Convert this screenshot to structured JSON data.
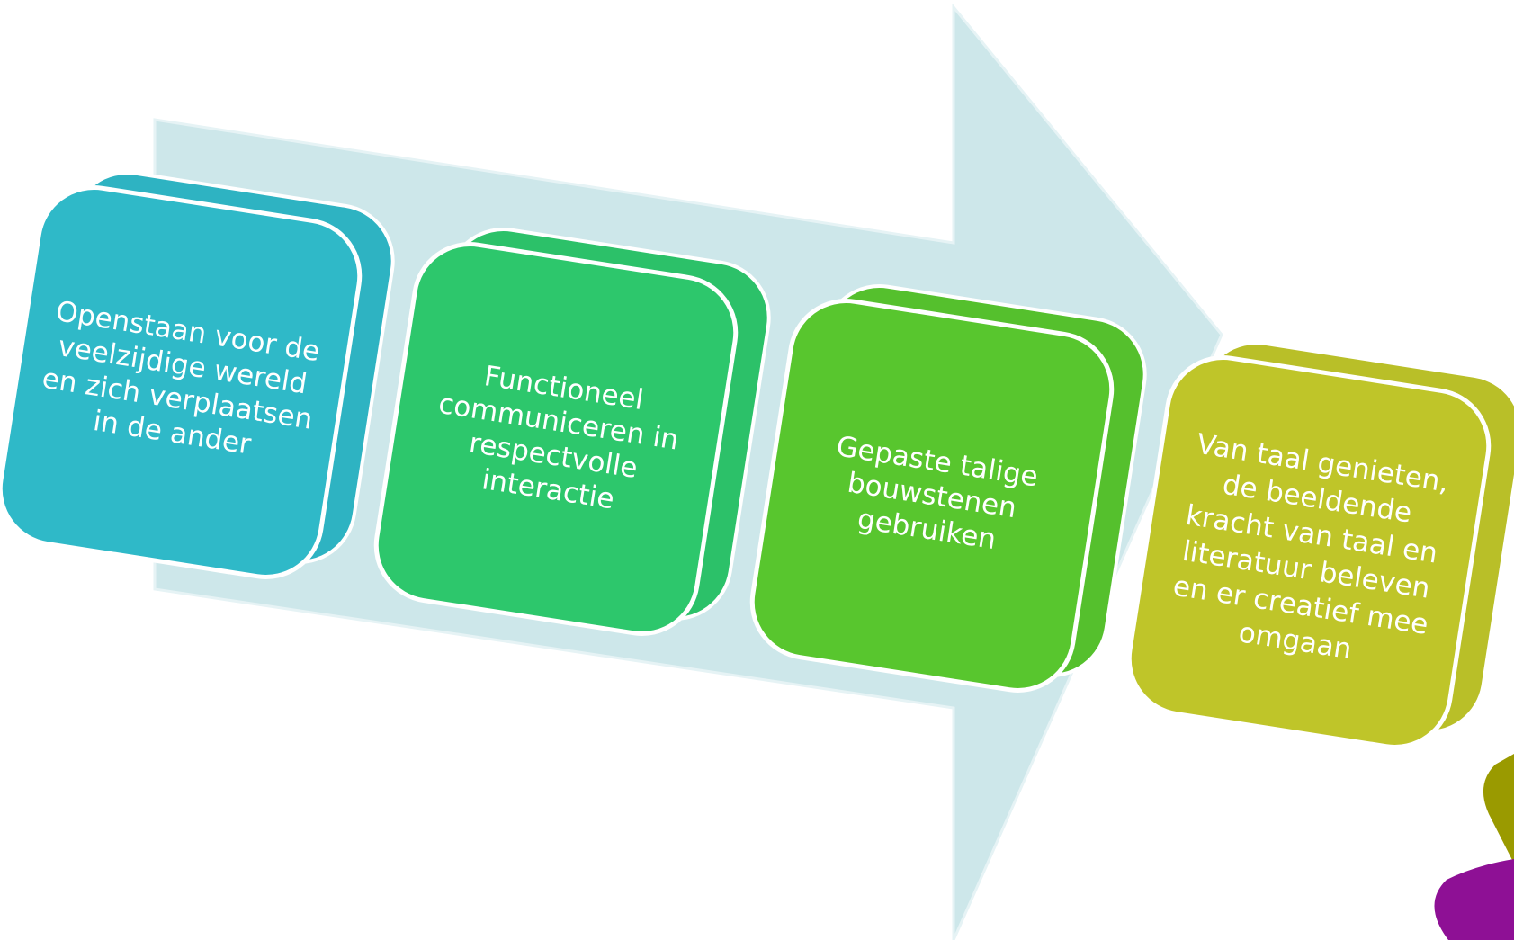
{
  "diagram": {
    "steps": [
      {
        "id": "step-1",
        "lines": [
          "Openstaan voor de",
          "veelzijdige wereld",
          "en zich verplaatsen",
          "in de ander"
        ],
        "color": "#2fb9c8"
      },
      {
        "id": "step-2",
        "lines": [
          "Functioneel",
          "communiceren in",
          "respectvolle",
          "interactie"
        ],
        "color": "#2dc76c"
      },
      {
        "id": "step-3",
        "lines": [
          "Gepaste talige",
          "bouwstenen",
          "gebruiken"
        ],
        "color": "#58c62e"
      },
      {
        "id": "step-4",
        "lines": [
          "Van taal genieten,",
          "de beeldende",
          "kracht van taal en",
          "literatuur beleven",
          "en er creatief mee",
          "omgaan"
        ],
        "color": "#bfc529"
      }
    ],
    "colors": {
      "arrow": "#cde7ea",
      "arrow_edge": "#e6f3f5",
      "border": "#ffffff",
      "corner_olive": "#9a9a00",
      "corner_purple": "#8e1095"
    }
  }
}
